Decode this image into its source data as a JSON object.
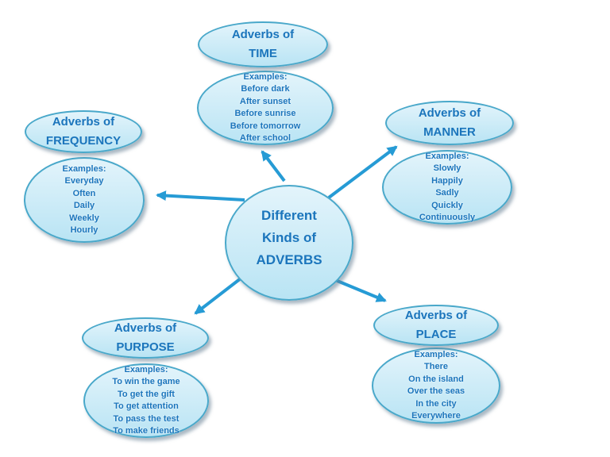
{
  "diagram": {
    "center": {
      "label_lines": [
        "Different",
        "Kinds of",
        "ADVERBS"
      ]
    },
    "groups": [
      {
        "name": "time",
        "title_lines": [
          "Adverbs of",
          "TIME"
        ],
        "examples_heading": "Examples:",
        "examples": [
          "Before dark",
          "After sunset",
          "Before sunrise",
          "Before tomorrow",
          "After school"
        ]
      },
      {
        "name": "frequency",
        "title_lines": [
          "Adverbs of",
          "FREQUENCY"
        ],
        "examples_heading": "Examples:",
        "examples": [
          "Everyday",
          "Often",
          "Daily",
          "Weekly",
          "Hourly"
        ]
      },
      {
        "name": "manner",
        "title_lines": [
          "Adverbs of",
          "MANNER"
        ],
        "examples_heading": "Examples:",
        "examples": [
          "Slowly",
          "Happily",
          "Sadly",
          "Quickly",
          "Continuously"
        ]
      },
      {
        "name": "purpose",
        "title_lines": [
          "Adverbs of",
          "PURPOSE"
        ],
        "examples_heading": "Examples:",
        "examples": [
          "To win the game",
          "To get the gift",
          "To get attention",
          "To pass the test",
          "To make friends"
        ]
      },
      {
        "name": "place",
        "title_lines": [
          "Adverbs of",
          "PLACE"
        ],
        "examples_heading": "Examples:",
        "examples": [
          "There",
          "On the island",
          "Over the seas",
          "In the city",
          "Everywhere"
        ]
      }
    ],
    "colors": {
      "text-blue": "#1b75bc",
      "arrow-blue": "#269bd5",
      "ellipse-border": "#49a8ca",
      "ellipse-fill-top": "#e3f4fb",
      "ellipse-fill-bottom": "#b9e4f4",
      "background": "#ffffff",
      "shadow": "rgba(100,125,145,0.55)"
    }
  }
}
